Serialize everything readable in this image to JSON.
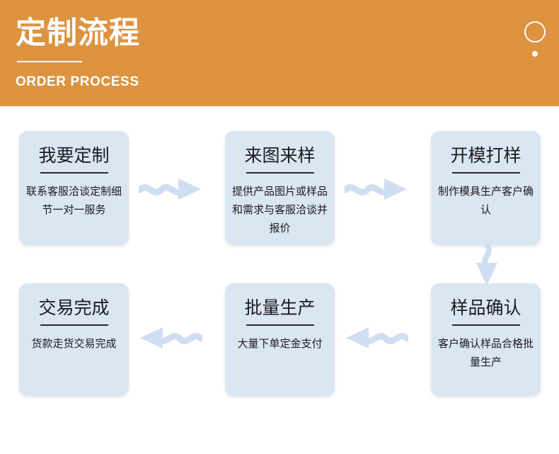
{
  "header": {
    "title": "定制流程",
    "subtitle": "ORDER PROCESS",
    "background_color": "#dd9340",
    "text_color": "#ffffff",
    "decorations": [
      "circle-outline",
      "dot"
    ]
  },
  "theme": {
    "card_background": "#dbe6f3",
    "card_text_color": "#1c1c1c",
    "arrow_color": "#cfdff1",
    "page_background": "#ffffff"
  },
  "steps": [
    {
      "index": 1,
      "title": "我要定制",
      "body": "联系客服洽谈定制细节一对一服务"
    },
    {
      "index": 2,
      "title": "来图来样",
      "body": "提供产品图片或样品和需求与客服洽谈并报价"
    },
    {
      "index": 3,
      "title": "开模打样",
      "body": "制作模具生产客户确认"
    },
    {
      "index": 4,
      "title": "样品确认",
      "body": "客户确认样品合格批量生产"
    },
    {
      "index": 5,
      "title": "批量生产",
      "body": "大量下单定金支付"
    },
    {
      "index": 6,
      "title": "交易完成",
      "body": "货款走货交易完成"
    }
  ],
  "connectors": [
    {
      "id": 1,
      "from": "我要定制",
      "to": "来图来样",
      "direction": "right"
    },
    {
      "id": 2,
      "from": "来图来样",
      "to": "开模打样",
      "direction": "right"
    },
    {
      "id": 3,
      "from": "开模打样",
      "to": "样品确认",
      "direction": "down"
    },
    {
      "id": 4,
      "from": "样品确认",
      "to": "批量生产",
      "direction": "left"
    },
    {
      "id": 5,
      "from": "批量生产",
      "to": "交易完成",
      "direction": "left"
    }
  ]
}
